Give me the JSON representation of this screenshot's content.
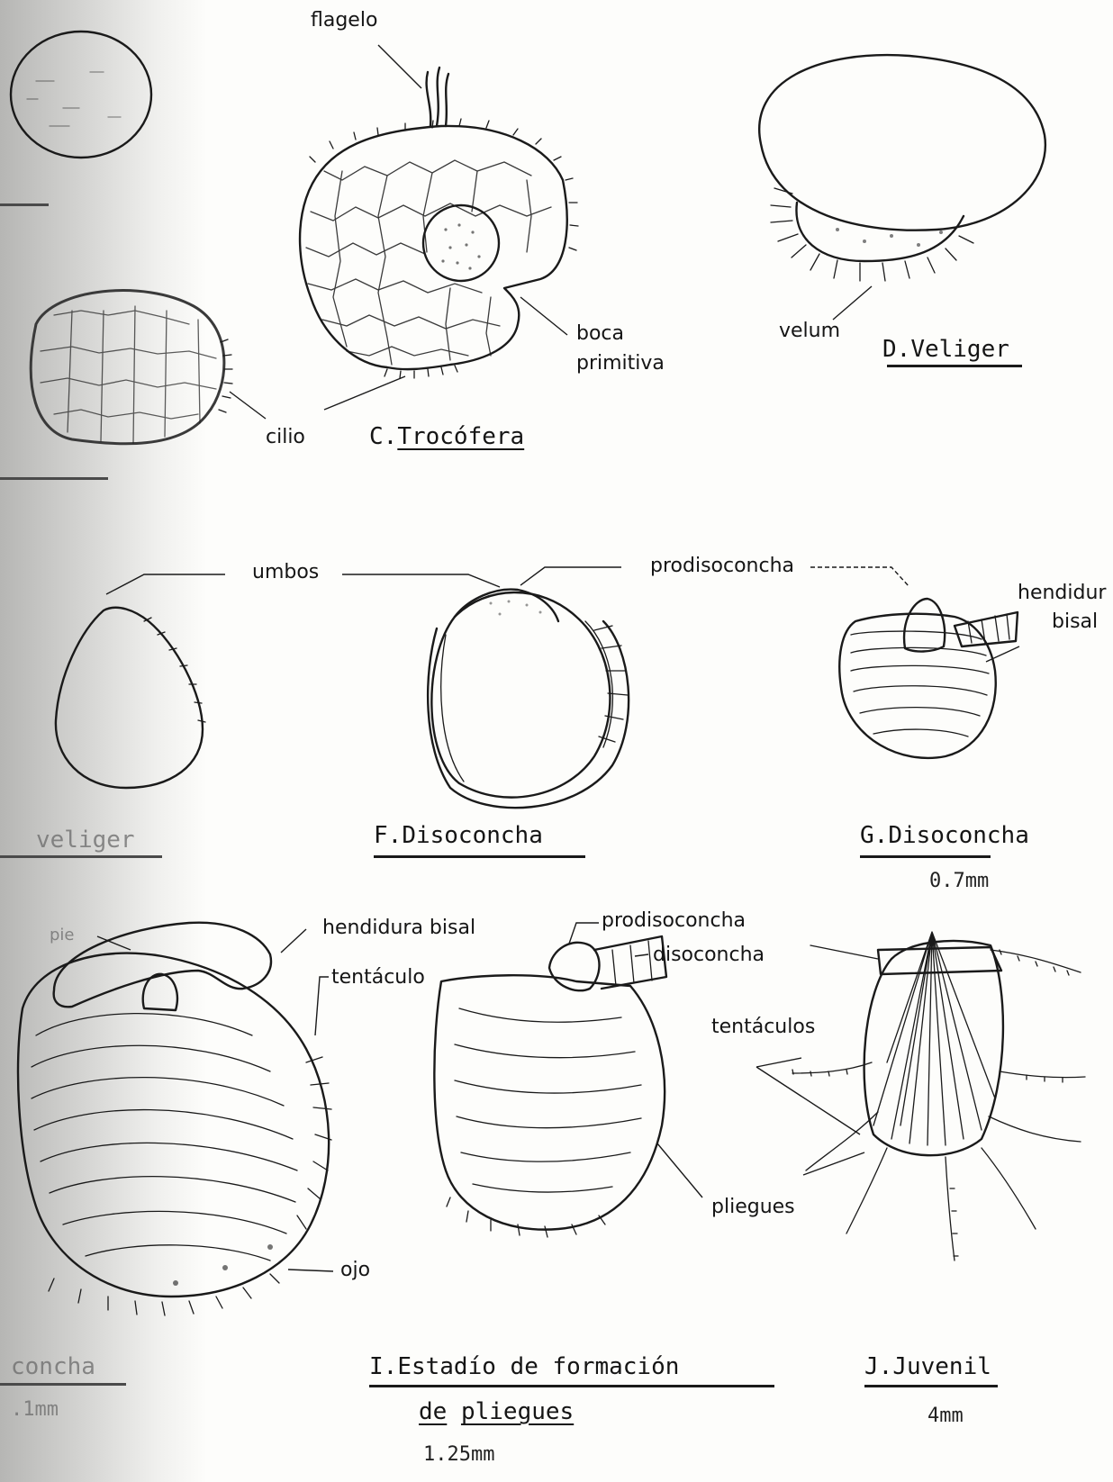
{
  "labels": {
    "flagelo": "flagelo",
    "boca_1": "boca",
    "boca_2": "primitiva",
    "cilio": "cilio",
    "velum": "velum",
    "umbos": "umbos",
    "prodisoconcha_top": "prodisoconcha",
    "hendidura_1": "hendidur",
    "hendidura_2": "bisal",
    "pie": "pie",
    "hendidura_bisal": "hendidura  bisal",
    "tentaculo": "tentáculo",
    "ojo": "ojo",
    "prodisoconcha_i": "prodisoconcha",
    "disoconcha_i": "disoconcha",
    "tentaculos": "tentáculos",
    "pliegues": "pliegues"
  },
  "captions": {
    "a": "",
    "b": "",
    "c_letter": "C.",
    "c_name": "Trocófera",
    "d_letter": "D.",
    "d_name": "Veliger",
    "e_name": "veliger",
    "f_letter": "F.",
    "f_name": "Disoconcha",
    "g_letter": "G.",
    "g_name": "Disoconcha",
    "g_size": "0.7mm",
    "h_name": "concha",
    "h_size": ".1mm",
    "i_letter": "I.",
    "i_name_1": "Estadío",
    "i_name_2": "de",
    "i_name_3": "formación",
    "i_name_4": "de",
    "i_name_5": "pliegues",
    "i_size": "1.25mm",
    "j_letter": "J.",
    "j_name": "Juvenil",
    "j_size": "4mm"
  }
}
